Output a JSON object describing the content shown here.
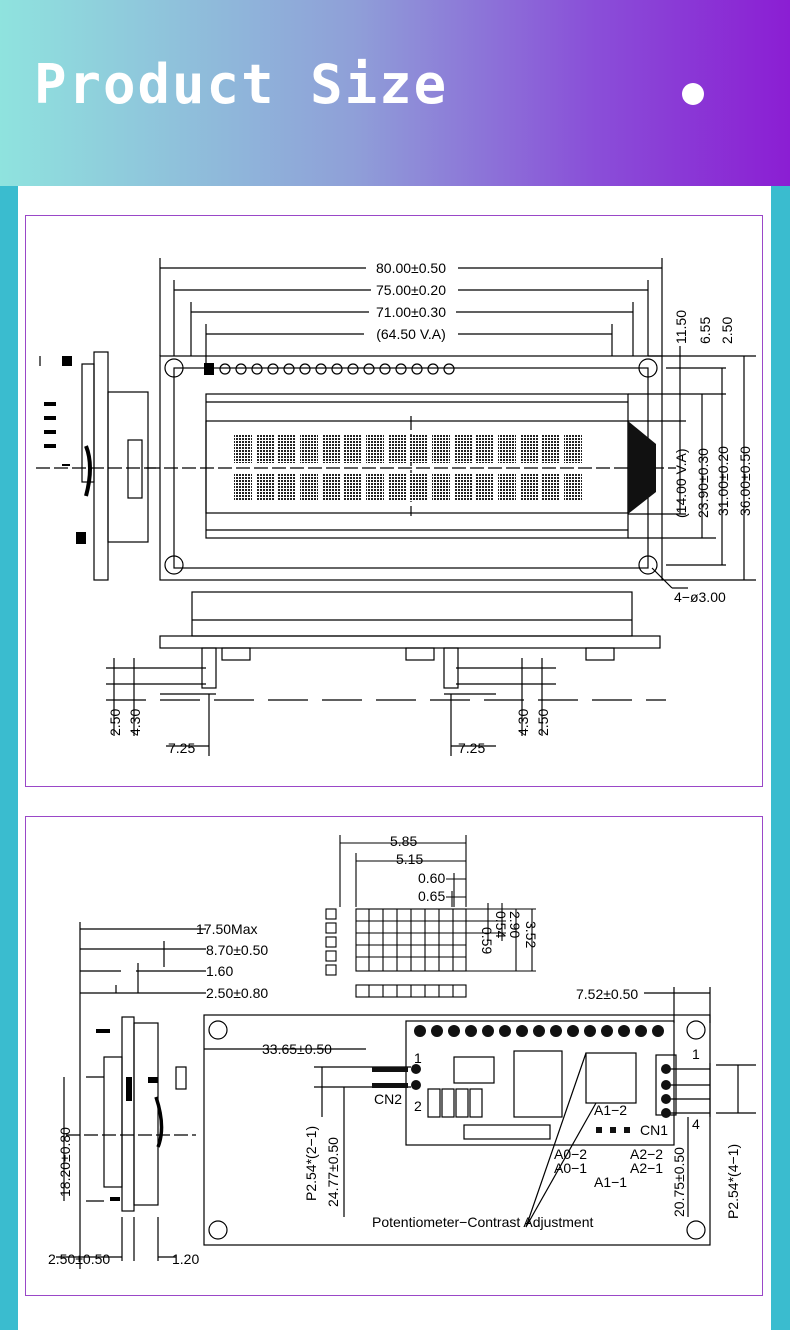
{
  "header": {
    "title": "Product Size",
    "accent_colors": {
      "start": "#8fe3de",
      "end": "#8b1ed3",
      "side": "#3abccf"
    }
  },
  "front_view": {
    "dim_width_overall": "80.00±0.50",
    "dim_mount_holes": "75.00±0.20",
    "dim_bezel": "71.00±0.30",
    "dim_view_area": "(64.50 V.A)",
    "dim_top_1": "11.50",
    "dim_top_2": "6.55",
    "dim_top_3": "2.50",
    "dim_va_height": "(14.00 V.A)",
    "dim_bezel_height": "23.90±0.30",
    "dim_hole_spacing_v": "31.00±0.20",
    "dim_height_overall": "36.00±0.50",
    "dim_holes": "4−ø3.00",
    "dim_pin_a": "2.50",
    "dim_pin_b": "4.30",
    "dim_pin_c": "7.25",
    "dim_pin_d": "7.25",
    "dim_pin_e": "4.30",
    "dim_pin_f": "2.50"
  },
  "back_view": {
    "char_w1": "5.85",
    "char_w2": "5.15",
    "char_w3": "0.60",
    "char_w4": "0.65",
    "char_h1": "0.54",
    "char_h2": "0.59",
    "char_h3": "2.90",
    "char_h4": "3.52",
    "side_d1": "17.50Max",
    "side_d2": "8.70±0.50",
    "side_d3": "1.60",
    "side_d4": "2.50±0.80",
    "side_height": "18.20±0.80",
    "side_bottom_1": "2.50±0.50",
    "side_bottom_2": "1.20",
    "board_top": "7.52±0.50",
    "board_offset": "33.65±0.50",
    "cn2_label": "CN2",
    "cn2_pin1": "1",
    "cn2_pin2": "2",
    "cn2_pitch": "P2.54*(2−1)",
    "cn2_height": "24.77±0.50",
    "cn1_label": "CN1",
    "cn1_pin1": "1",
    "cn1_pin4": "4",
    "cn1_pitch": "P2.54*(4−1)",
    "cn1_offset": "20.75±0.50",
    "a1_2": "A1−2",
    "a0_2": "A0−2",
    "a0_1": "A0−1",
    "a1_1": "A1−1",
    "a2_2": "A2−2",
    "a2_1": "A2−1",
    "pot_label": "Potentiometer−Contrast Adjustment"
  }
}
